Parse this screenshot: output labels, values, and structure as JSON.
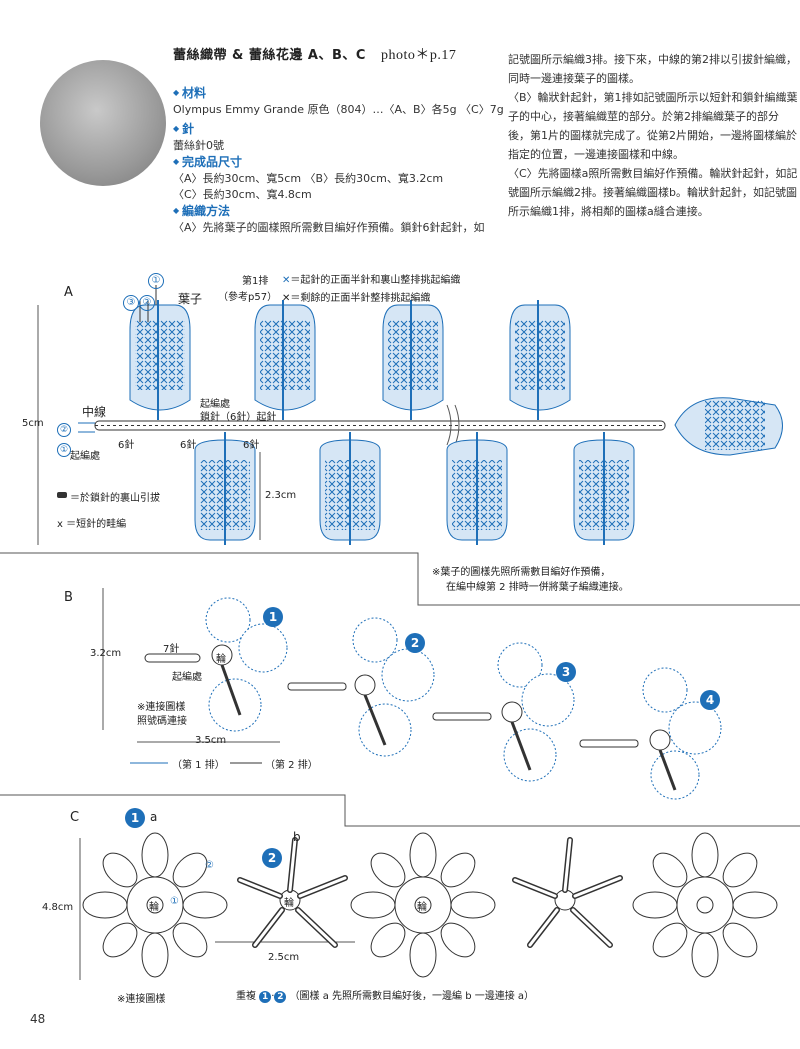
{
  "header": {
    "title": "蕾絲織帶 & 蕾絲花邊 A、B、C",
    "photo_ref": "photo＊p.17"
  },
  "left_info": {
    "materials_heading": "材料",
    "materials_text": "Olympus Emmy Grande 原色（804）…〈A、B〉各5g 〈C〉7g",
    "needle_heading": "針",
    "needle_text": "蕾絲針0號",
    "size_heading": "完成品尺寸",
    "size_line1": "〈A〉長約30cm、寬5cm 〈B〉長約30cm、寬3.2cm",
    "size_line2": "〈C〉長約30cm、寬4.8cm",
    "method_heading": "編織方法",
    "method_text": "〈A〉先將葉子的圖樣照所需數目編好作預備。鎖針6針起針，如"
  },
  "right_info": {
    "p1": "記號圖所示編織3排。接下來，中線的第2排以引拔針編織，同時一邊連接葉子的圖樣。",
    "p2": "〈B〉輪狀針起針，第1排如記號圖所示以短針和鎖針編織葉子的中心，接著編織莖的部分。於第2排編織葉子的部分後，第1片的圖樣就完成了。從第2片開始，一邊將圖樣編於指定的位置，一邊連接圖樣和中線。",
    "p3": "〈C〉先將圖樣a照所需數目編好作預備。輪狀針起針，如記號圖所示編織2排。接著編織圖樣b。輪狀針起針，如記號圖所示編織1排，將相鄰的圖樣a縫合連接。"
  },
  "section_a": {
    "letter": "A",
    "leaf_label": "葉子",
    "row1_label": "第1排",
    "row1_ref": "（參考p57）",
    "legend_x1": "＝起針的正面半針和裏山整排挑起編織",
    "legend_x2": "＝剩餘的正面半針整排挑起編織",
    "mid_label": "中線",
    "width_label": "5cm",
    "n1": "①",
    "n2": "②",
    "n3": "③",
    "start_label": "起編處",
    "start_label2": "起編處",
    "chain_start": "鎖針（6針）起針",
    "six1": "6針",
    "six2": "6針",
    "six3": "6針",
    "height_label": "2.3cm",
    "legend_slip": "＝於鎖針的裏山引拔",
    "legend_inc": "＝短針的畦編",
    "note_line1": "※葉子的圖樣先照所需數目編好作預備，",
    "note_line2": "在編中線第 2 排時一併將葉子編織連接。"
  },
  "section_b": {
    "letter": "B",
    "height_label": "3.2cm",
    "seven": "7針",
    "start_label": "起編處",
    "ring": "輪",
    "join_note1": "※連接圖樣",
    "join_note2": "照號碼連接",
    "width_label": "3.5cm",
    "row1_legend": "（第 1 排）",
    "row2_legend": "（第 2 排）",
    "badges": [
      "1",
      "2",
      "3",
      "4"
    ]
  },
  "section_c": {
    "letter": "C",
    "height_label": "4.8cm",
    "motif_a": "a",
    "motif_b": "b",
    "badge1": "1",
    "badge2": "2",
    "ring": "輪",
    "ring_b": "輪",
    "ring_a2": "輪",
    "c1": "①",
    "c2": "②",
    "width_label": "2.5cm",
    "join_note": "※連接圖樣",
    "repeat_prefix": "重複",
    "repeat_text": "（圖樣 a 先照所需數目編好後，一邊編 b 一邊連接 a）"
  },
  "footer": {
    "page_number": "48"
  },
  "colors": {
    "accent": "#1e6fb8",
    "fill": "#d6e6f5",
    "ink": "#333333"
  }
}
